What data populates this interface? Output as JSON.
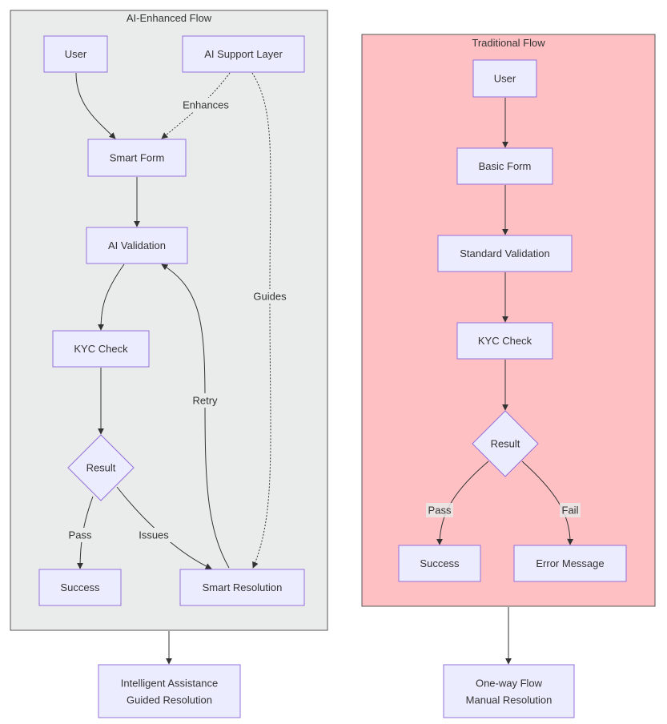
{
  "clusters": {
    "ai": {
      "title": "AI-Enhanced Flow"
    },
    "traditional": {
      "title": "Traditional Flow"
    }
  },
  "nodes": {
    "ai_user": "User",
    "ai_support": "AI Support Layer",
    "ai_smart_form": "Smart Form",
    "ai_validation": "AI Validation",
    "ai_kyc": "KYC Check",
    "ai_result": "Result",
    "ai_success": "Success",
    "ai_smart_resolution": "Smart Resolution",
    "ai_outcome_line1": "Intelligent Assistance",
    "ai_outcome_line2": "Guided Resolution",
    "trad_user": "User",
    "trad_basic_form": "Basic Form",
    "trad_validation": "Standard Validation",
    "trad_kyc": "KYC Check",
    "trad_result": "Result",
    "trad_success": "Success",
    "trad_error": "Error Message",
    "trad_outcome_line1": "One-way Flow",
    "trad_outcome_line2": "Manual Resolution"
  },
  "edge_labels": {
    "enhances": "Enhances",
    "guides": "Guides",
    "retry": "Retry",
    "ai_pass": "Pass",
    "ai_issues": "Issues",
    "trad_pass": "Pass",
    "trad_fail": "Fail"
  },
  "colors": {
    "node_fill": "#ececff",
    "node_stroke": "#9370db",
    "ai_cluster_fill": "#eaeceb",
    "traditional_cluster_fill": "#ffc0c4"
  }
}
